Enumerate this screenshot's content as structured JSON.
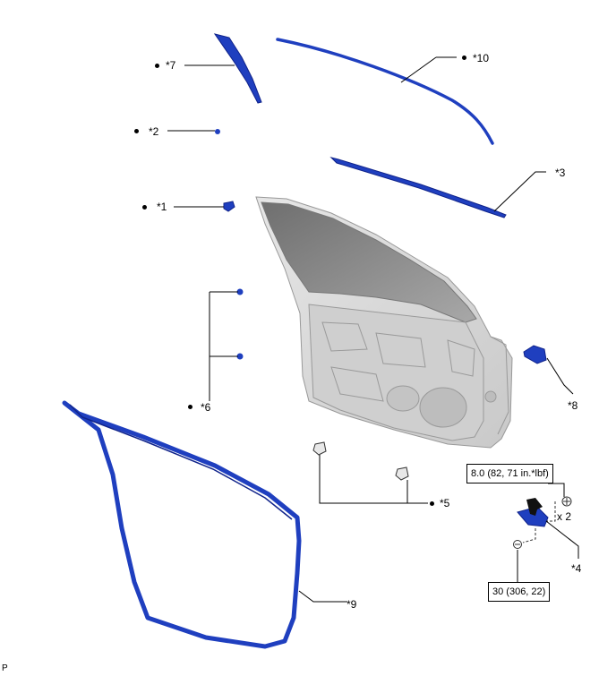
{
  "callouts": {
    "c1": "*1",
    "c2": "*2",
    "c3": "*3",
    "c4": "*4",
    "c5": "*5",
    "c6": "*6",
    "c7": "*7",
    "c8": "*8",
    "c9": "*9",
    "c10": "*10"
  },
  "torque": {
    "upper": "8.0 (82, 71 in.*lbf)",
    "lower": "30 (306, 22)"
  },
  "quantity": "x 2",
  "corner_mark": "P",
  "colors": {
    "part_blue": "#1f3fbf",
    "part_blue_dark": "#10238a",
    "door_gray": "#d9d9d9",
    "glass_gray": "#8c8c8c"
  }
}
